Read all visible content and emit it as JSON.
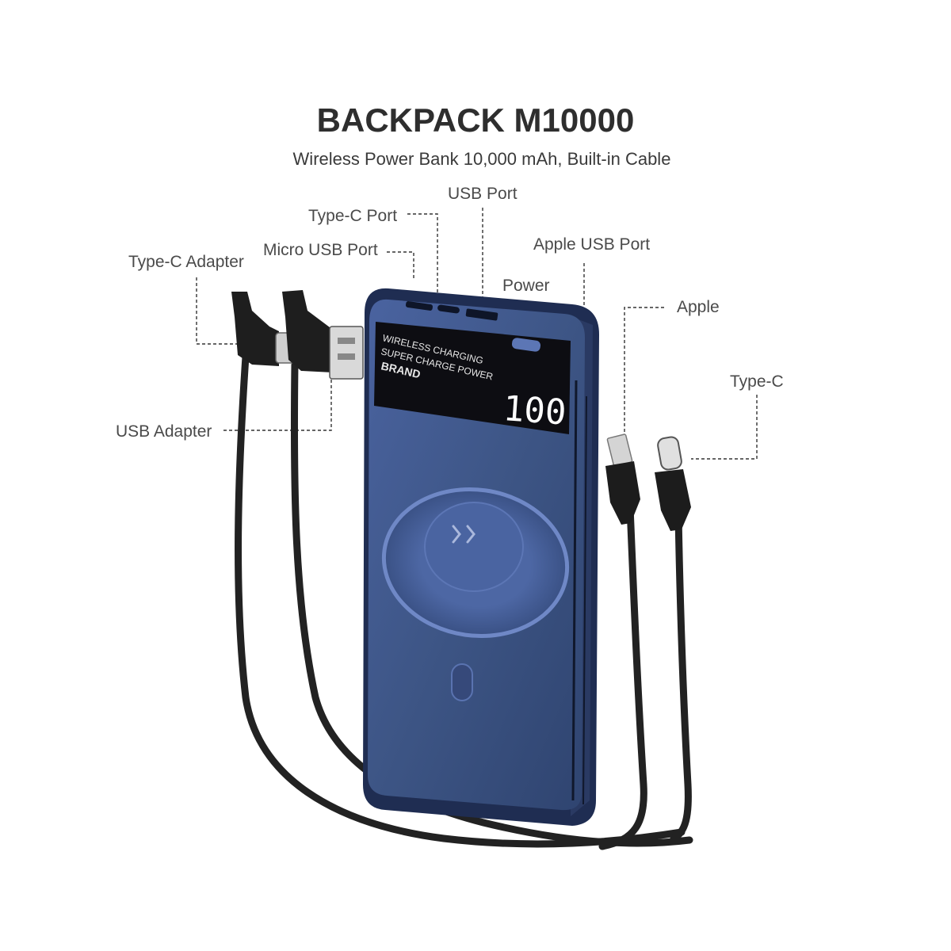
{
  "header": {
    "title": "BACKPACK M10000",
    "subtitle": "Wireless Power Bank 10,000 mAh, Built-in Cable"
  },
  "labels": {
    "usb_port": "USB Port",
    "typec_port": "Type-C Port",
    "micro_usb_port": "Micro USB Port",
    "apple_usb_port": "Apple USB Port",
    "power": "Power",
    "typec_adapter": "Type-C Adapter",
    "apple": "Apple",
    "typec": "Type-C",
    "usb_adapter": "USB Adapter"
  },
  "device": {
    "panel_line1": "WIRELESS CHARGING",
    "panel_line2": "SUPER CHARGE POWER",
    "panel_line3": "BRAND",
    "display_value": "100"
  },
  "colors": {
    "body": "#3d5585",
    "frame": "#1f2d52",
    "cable": "#222222"
  },
  "icons": [
    "lightning-icon"
  ]
}
